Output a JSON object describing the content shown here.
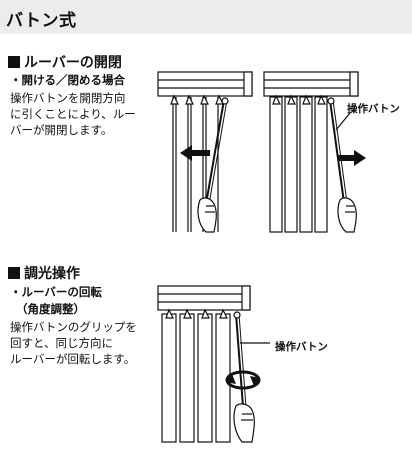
{
  "title": "バトン式",
  "section1": {
    "heading": "ルーバーの開閉",
    "subheading": "・開ける／閉める場合",
    "body": [
      "操作バトンを開閉方向",
      "に引くことにより、ルー",
      "バーが開閉します。"
    ],
    "callout": "操作バトン"
  },
  "section2": {
    "heading": "調光操作",
    "subheading": [
      "・ルーバーの回転",
      "（角度調整）"
    ],
    "body": [
      "操作バトンのグリップを",
      "回すと、同じ方向に",
      "ルーバーが回転します。"
    ],
    "callout": "操作バトン"
  }
}
